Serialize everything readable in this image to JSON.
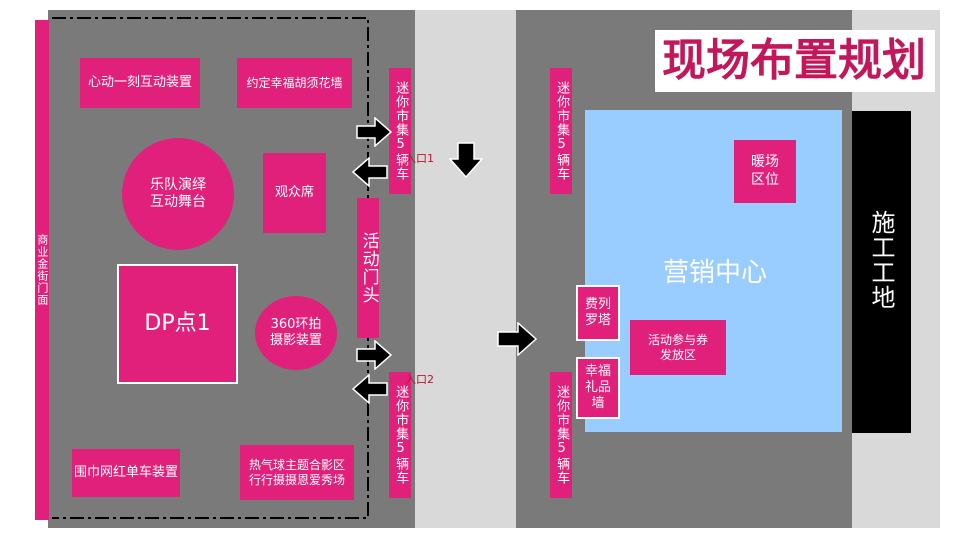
{
  "title": "现场布置规划",
  "left_zone": {
    "side_strip": "商业金街门面",
    "interactive_device": "心动一刻互动装置",
    "beard_flower_wall": "约定幸福胡须花墙",
    "band_stage": "乐队演绎\n互动舞台",
    "audience_seats": "观众席",
    "dp_point": "DP点1",
    "camera_360": "360环拍\n摄影装置",
    "bike_device": "围巾网红单车装置",
    "balloon_area": "热气球主题合影区\n行行摄摄恩爱秀场"
  },
  "market_cars_left_top": "迷你市集5辆车",
  "market_cars_left_bottom": "迷你市集5辆车",
  "activity_gate": "活动门头",
  "entrance_1": "入口1",
  "entrance_2": "入口2",
  "right_zone": {
    "market_cars_top": "迷你市集5辆车",
    "market_cars_bottom": "迷你市集5辆车",
    "sales_center": "营销中心",
    "warm_area": "暖场\n区位",
    "ferris_wheel": "费列\n罗塔",
    "coupon_area": "活动参与券\n发放区",
    "gift_wall": "幸福\n礼品\n墙"
  },
  "construction_site": "施工工地",
  "colors": {
    "accent": "#e0207a",
    "area_gray": "#7a7a7a",
    "road_gray": "#d9d9d9",
    "sales_blue": "#99ccff",
    "construction_black": "#000000"
  }
}
